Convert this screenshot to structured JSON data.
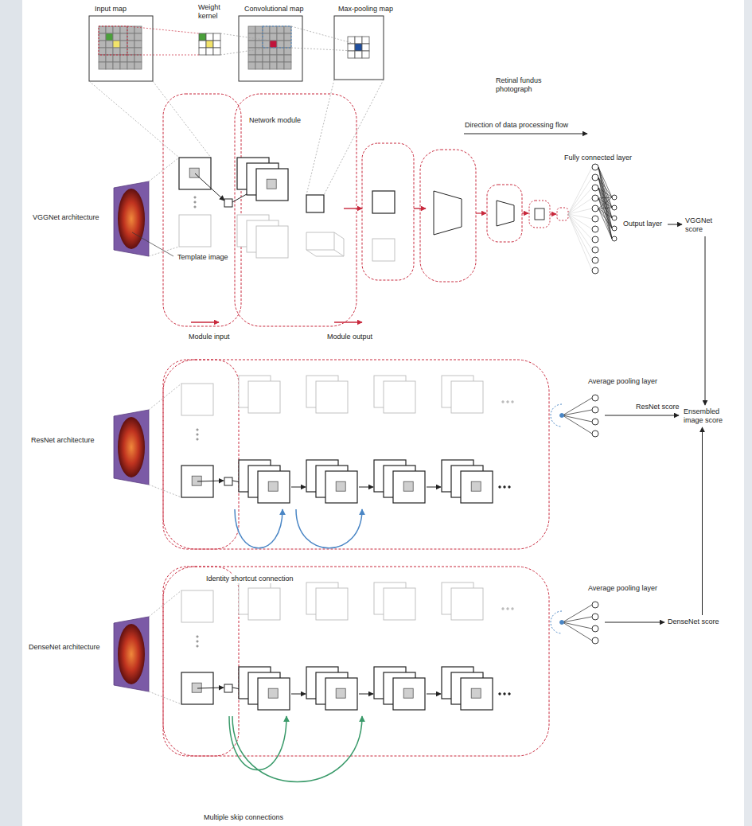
{
  "diagram": {
    "nodes": [
      {
        "text": [
          "VGGNet score"
        ]
      },
      {
        "text": [
          "Ensembled image score"
        ]
      },
      {
        "text": [
          "DenseNet score"
        ]
      }
    ],
    "edges": [
      {
        "from": 0,
        "to": 1,
        "arrow": "to"
      },
      {
        "from": 2,
        "to": 1,
        "arrow": "to"
      }
    ],
    "labels": [
      "Input map",
      "Weight kernel",
      "Convolutional map",
      "Max-pooling map",
      "Retinal fundus photograph",
      "Network module",
      "Direction of data processing flow",
      "Fully connected layer",
      "VGGNet architecture",
      "Output layer",
      "Template image",
      "Module input",
      "Module output",
      "ResNet architecture",
      "Average pooling layer",
      "ResNet score",
      "Identity shortcut connection",
      "DenseNet architecture",
      "Average pooling layer",
      "Multiple skip connections"
    ]
  }
}
